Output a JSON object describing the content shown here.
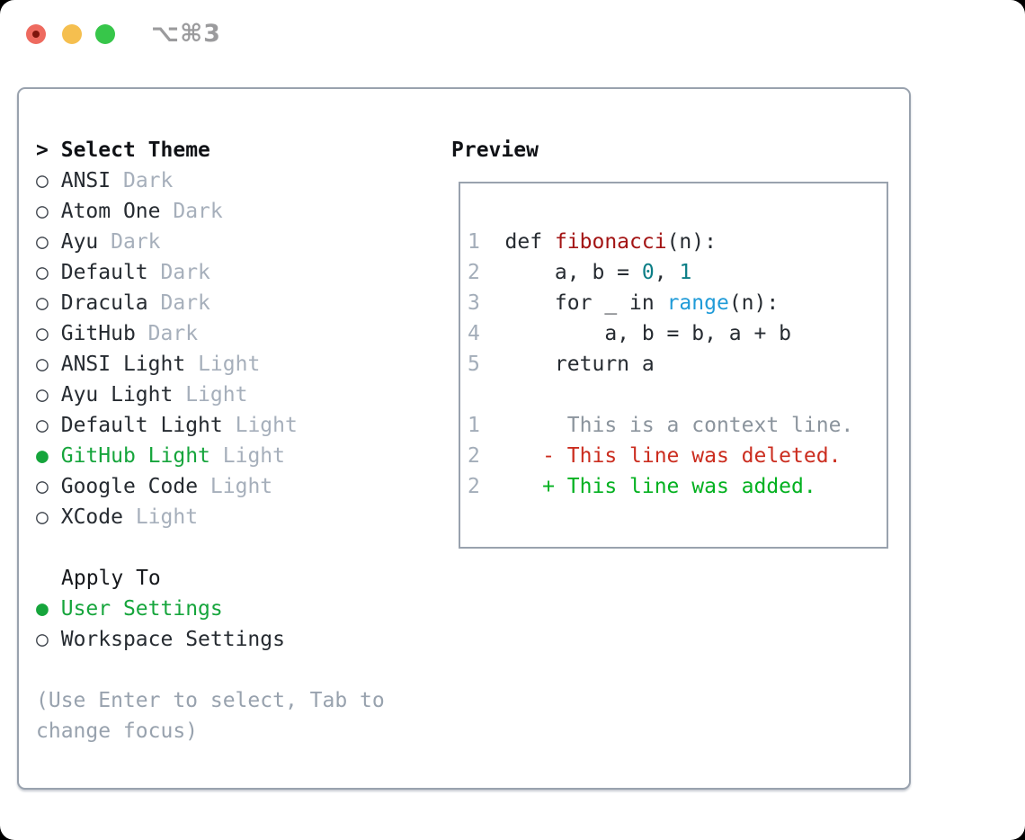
{
  "titlebar": {
    "shortcut": "⌥⌘3"
  },
  "dialog": {
    "select_theme": {
      "prefix": ">",
      "title": "Select Theme",
      "radio_unselected": "○",
      "radio_selected": "●",
      "options": [
        {
          "name": "ANSI",
          "variant": "Dark",
          "selected": false
        },
        {
          "name": "Atom One",
          "variant": "Dark",
          "selected": false
        },
        {
          "name": "Ayu",
          "variant": "Dark",
          "selected": false
        },
        {
          "name": "Default",
          "variant": "Dark",
          "selected": false
        },
        {
          "name": "Dracula",
          "variant": "Dark",
          "selected": false
        },
        {
          "name": "GitHub",
          "variant": "Dark",
          "selected": false
        },
        {
          "name": "ANSI Light",
          "variant": "Light",
          "selected": false
        },
        {
          "name": "Ayu Light",
          "variant": "Light",
          "selected": false
        },
        {
          "name": "Default Light",
          "variant": "Light",
          "selected": false
        },
        {
          "name": "GitHub Light",
          "variant": "Light",
          "selected": true
        },
        {
          "name": "Google Code",
          "variant": "Light",
          "selected": false
        },
        {
          "name": "XCode",
          "variant": "Light",
          "selected": false
        }
      ]
    },
    "apply_to": {
      "title": "Apply To",
      "options": [
        {
          "name": "User Settings",
          "selected": true
        },
        {
          "name": "Workspace Settings",
          "selected": false
        }
      ]
    },
    "help_lines": [
      "(Use Enter to select, Tab to",
      "change focus)"
    ]
  },
  "preview": {
    "title": "Preview",
    "lines": [
      {
        "num": "1",
        "tokens": [
          {
            "text": "def ",
            "color": "ink"
          },
          {
            "text": "fibonacci",
            "color": "function"
          },
          {
            "text": "(n):",
            "color": "ink"
          }
        ]
      },
      {
        "num": "2",
        "tokens": [
          {
            "text": "    a, b = ",
            "color": "ink"
          },
          {
            "text": "0",
            "color": "number"
          },
          {
            "text": ", ",
            "color": "ink"
          },
          {
            "text": "1",
            "color": "number"
          }
        ]
      },
      {
        "num": "3",
        "tokens": [
          {
            "text": "    for _ in ",
            "color": "ink"
          },
          {
            "text": "range",
            "color": "builtin"
          },
          {
            "text": "(n):",
            "color": "ink"
          }
        ]
      },
      {
        "num": "4",
        "tokens": [
          {
            "text": "        a, b = b, a + b",
            "color": "ink"
          }
        ]
      },
      {
        "num": "5",
        "tokens": [
          {
            "text": "    return a",
            "color": "ink"
          }
        ]
      },
      {
        "num": "",
        "tokens": []
      },
      {
        "num": "1",
        "tokens": [
          {
            "text": "     This is a context line.",
            "color": "context"
          }
        ]
      },
      {
        "num": "2",
        "tokens": [
          {
            "text": "   - This line was deleted.",
            "color": "deleted"
          }
        ]
      },
      {
        "num": "2",
        "tokens": [
          {
            "text": "   + This line was added.",
            "color": "added"
          }
        ]
      }
    ]
  },
  "colors": {
    "ink": "#262b31",
    "selected_green": "#16a53c",
    "added_green": "#03b120",
    "deleted_red": "#cb2d1f",
    "function_red": "#a31414",
    "number_teal": "#0c7e86",
    "builtin_blue": "#209bd8",
    "context_gray": "#8b949d",
    "muted_gray": "#a6afbb",
    "help_gray": "#98a2ae",
    "border_gray": "#99a2ae",
    "traffic_red": "#ee6a5f",
    "traffic_yellow": "#f5bf4f",
    "traffic_green": "#37c64a",
    "shortcut_gray": "#9b9b9d"
  }
}
